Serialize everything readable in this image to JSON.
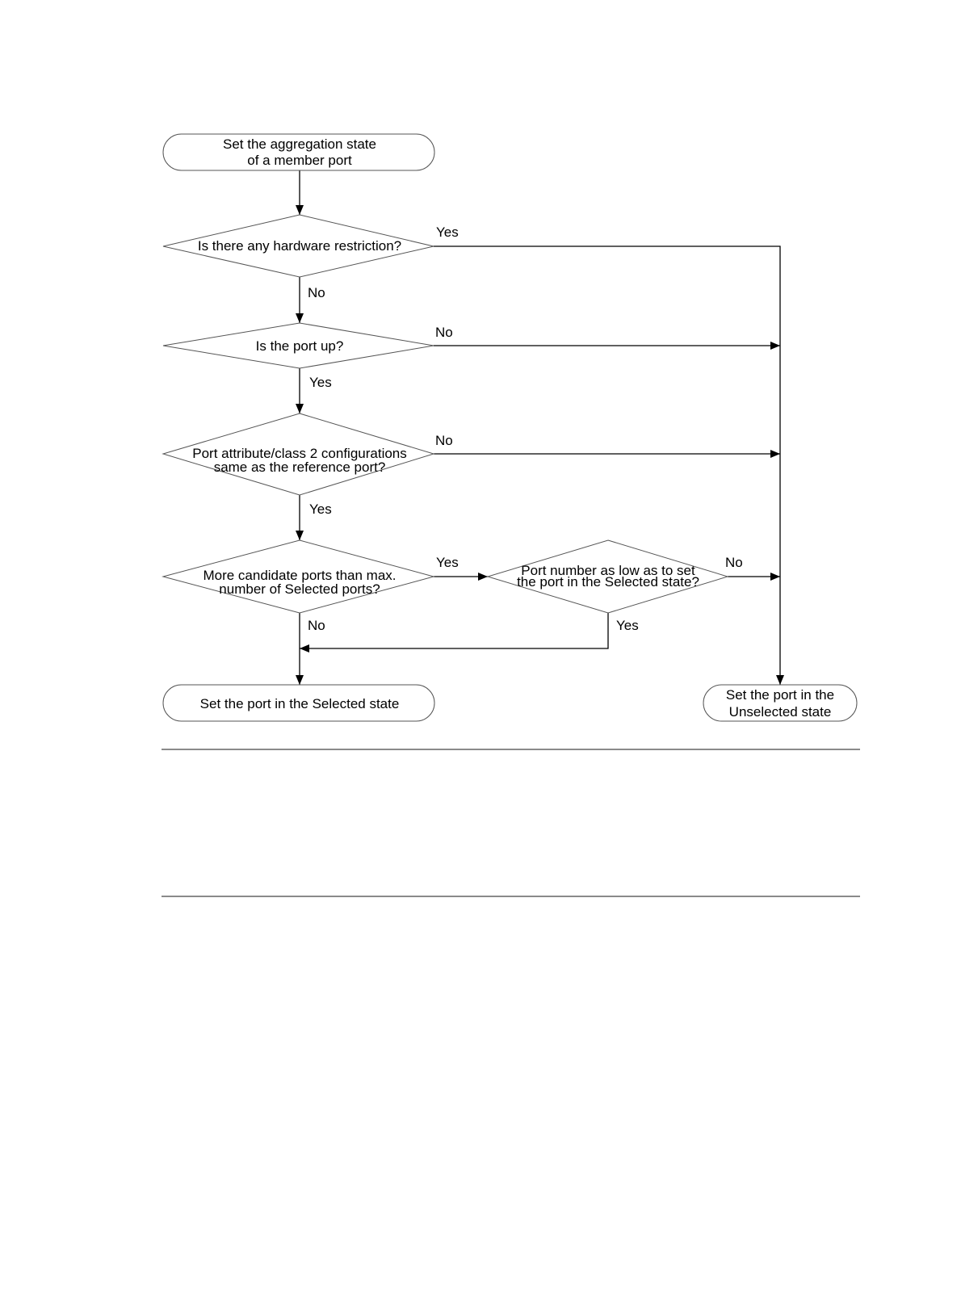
{
  "diagram": {
    "nodes": {
      "start": {
        "lines": [
          "Set the aggregation state",
          "of a member port"
        ]
      },
      "q_hardware": {
        "lines": [
          "Is there any hardware restriction?"
        ]
      },
      "q_port_up": {
        "lines": [
          "Is the port up?"
        ]
      },
      "q_attribute": {
        "lines": [
          "Port attribute/class 2 configurations",
          "same as the reference port?"
        ]
      },
      "q_candidates": {
        "lines": [
          "More candidate ports than max.",
          "number of Selected ports?"
        ]
      },
      "q_port_number": {
        "lines": [
          "Port number as low as to set",
          "the port in the Selected state?"
        ]
      },
      "end_selected": {
        "lines": [
          "Set the port in the Selected state"
        ]
      },
      "end_unselected": {
        "lines": [
          "Set the port in the",
          "Unselected state"
        ]
      }
    },
    "edge_labels": {
      "hardware_yes": "Yes",
      "hardware_no": "No",
      "port_up_no": "No",
      "port_up_yes": "Yes",
      "attribute_no": "No",
      "attribute_yes": "Yes",
      "candidates_yes": "Yes",
      "candidates_no": "No",
      "port_number_no": "No",
      "port_number_yes": "Yes"
    }
  },
  "colors": {
    "line": "#000000",
    "shape_border": "#555555",
    "background": "#ffffff"
  }
}
